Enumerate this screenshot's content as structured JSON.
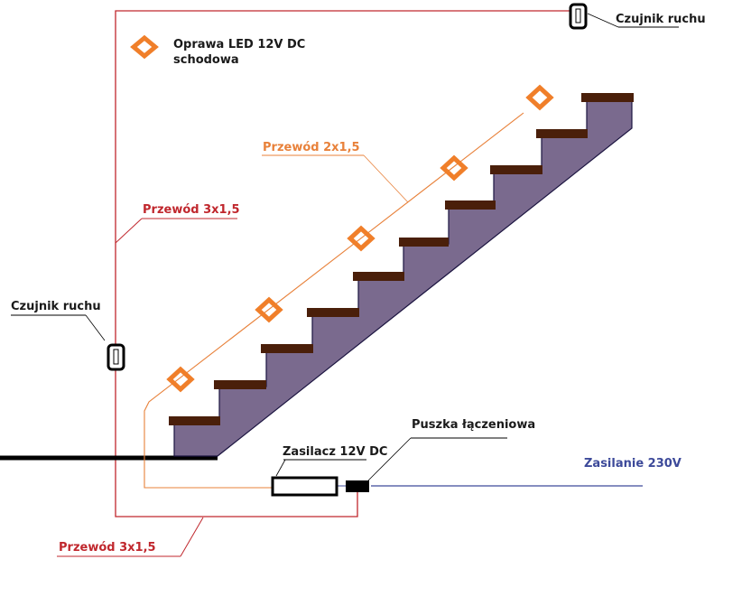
{
  "diagram": {
    "title": "Schemat instalacji oświetlenia schodowego LED",
    "colors": {
      "cable_3x15": "#c0272d",
      "cable_2x15": "#e8813a",
      "mains": "#3d4a9a",
      "stair_body": "#7a6a8e",
      "stair_tread": "#4a1f0a",
      "led": "#f07f2a",
      "black": "#000000"
    },
    "legend": {
      "led_fixture_line1": "Oprawa LED 12V DC",
      "led_fixture_line2": "schodowa"
    },
    "labels": {
      "motion_sensor_top": "Czujnik ruchu",
      "motion_sensor_left": "Czujnik ruchu",
      "cable_3x15_upper": "Przewód 3x1,5",
      "cable_3x15_lower": "Przewód 3x1,5",
      "cable_2x15": "Przewód 2x1,5",
      "power_supply": "Zasilacz 12V DC",
      "junction_box": "Puszka łączeniowa",
      "mains_supply": "Zasilanie 230V"
    },
    "stairs": {
      "step_count": 10
    },
    "led_fixtures": {
      "count": 5
    }
  }
}
